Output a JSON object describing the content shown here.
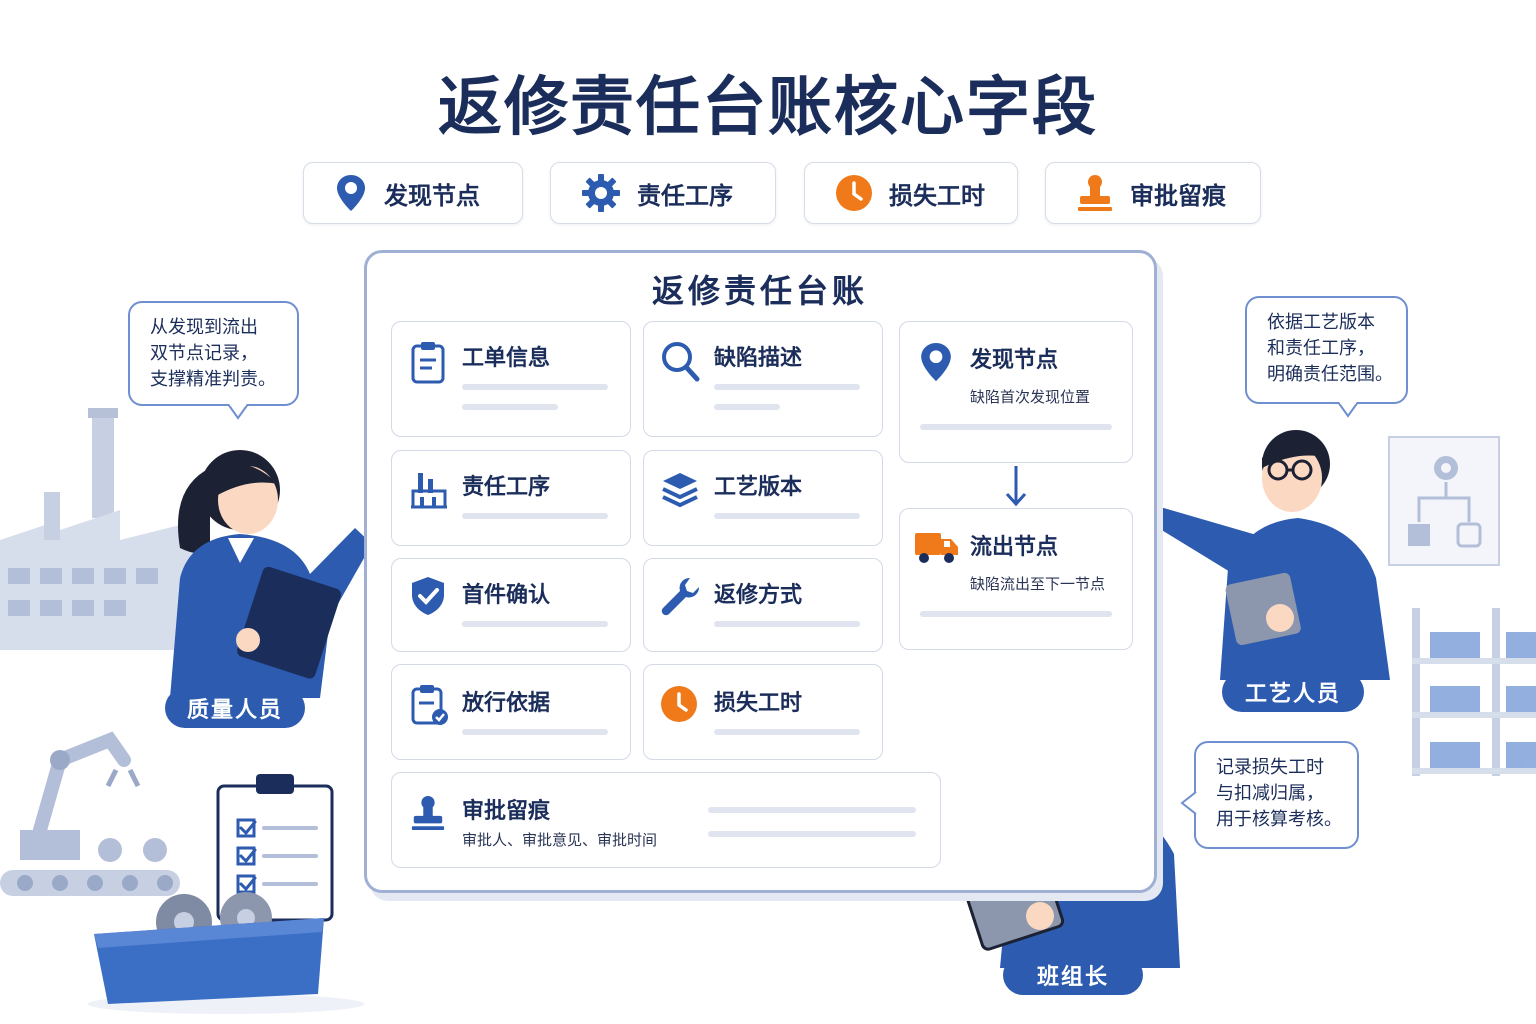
{
  "title": "返修责任台账核心字段",
  "tags": [
    {
      "label": "发现节点",
      "icon": "location-pin-icon"
    },
    {
      "label": "责任工序",
      "icon": "gear-icon"
    },
    {
      "label": "损失工时",
      "icon": "clock-icon"
    },
    {
      "label": "审批留痕",
      "icon": "stamp-icon"
    }
  ],
  "board": {
    "title": "返修责任台账",
    "cards": {
      "work_order": {
        "title": "工单信息",
        "icon": "clipboard-icon"
      },
      "defect": {
        "title": "缺陷描述",
        "icon": "magnifier-icon"
      },
      "process": {
        "title": "责任工序",
        "icon": "factory-icon"
      },
      "version": {
        "title": "工艺版本",
        "icon": "layers-icon"
      },
      "first_piece": {
        "title": "首件确认",
        "icon": "shield-check-icon"
      },
      "method": {
        "title": "返修方式",
        "icon": "wrench-icon"
      },
      "release": {
        "title": "放行依据",
        "icon": "clipboard-check-icon"
      },
      "loss": {
        "title": "损失工时",
        "icon": "clock-icon"
      },
      "discover": {
        "title": "发现节点",
        "subtitle": "缺陷首次发现位置",
        "icon": "location-pin-icon"
      },
      "outflow": {
        "title": "流出节点",
        "subtitle": "缺陷流出至下一节点",
        "icon": "truck-icon"
      },
      "approval": {
        "title": "审批留痕",
        "subtitle": "审批人、审批意见、审批时间",
        "icon": "stamp-icon"
      }
    }
  },
  "bubbles": {
    "quality": [
      "从发现到流出",
      "双节点记录，",
      "支撑精准判责。"
    ],
    "process": [
      "依据工艺版本",
      "和责任工序，",
      "明确责任范围。"
    ],
    "leader": [
      "记录损失工时",
      "与扣减归属，",
      "用于核算考核。"
    ]
  },
  "roles": {
    "quality": "质量人员",
    "process": "工艺人员",
    "leader": "班组长"
  },
  "colors": {
    "navy": "#1b2d5a",
    "blue": "#2c5bb0",
    "orange": "#f07a1a",
    "bubble_border": "#6f8fd0"
  }
}
